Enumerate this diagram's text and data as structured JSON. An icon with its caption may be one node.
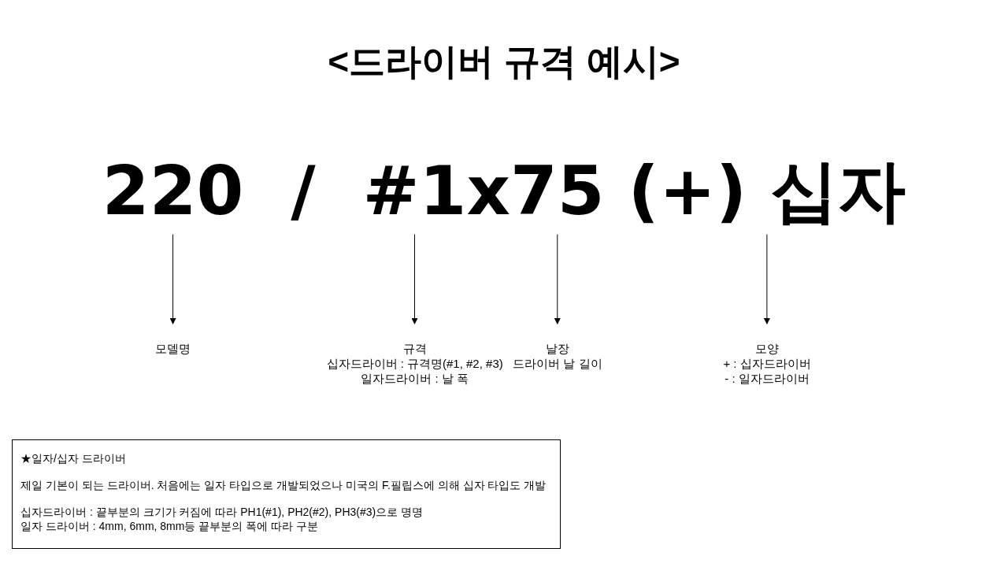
{
  "diagram": {
    "title": "<드라이버 규격 예시>",
    "nodes": [
      {
        "text": [
          "220"
        ]
      },
      {
        "text": [
          "#1"
        ]
      },
      {
        "text": [
          "75"
        ]
      },
      {
        "text": [
          "(+) 십자"
        ]
      },
      {
        "text": [
          "모델명"
        ]
      },
      {
        "text": [
          "규격",
          "십자드라이버 : 규격명(#1, #2, #3)",
          "일자드라이버 : 날 폭"
        ]
      },
      {
        "text": [
          "날장",
          "드라이버 날 길이"
        ]
      },
      {
        "text": [
          "모양",
          "+ : 십자드라이버",
          "- : 일자드라이버"
        ]
      },
      {
        "text": [
          "★일자/십자 드라이버",
          "제일 기본이 되는 드라이버. 처음에는 일자 타입으로 개발되었으나 미국의 F.필립스에 의해 십자 타입도 개발",
          "십자드라이버 : 끝부분의 크기가 커짐에 따라 PH1(#1), PH2(#2), PH3(#3)으로 명명",
          "일자 드라이버 : 4mm, 6mm, 8mm등 끝부분의 폭에 따라 구분"
        ]
      }
    ],
    "edges": [
      {
        "from": 0,
        "to": 4,
        "arrow": "to"
      },
      {
        "from": 1,
        "to": 5,
        "arrow": "to"
      },
      {
        "from": 2,
        "to": 6,
        "arrow": "to"
      },
      {
        "from": 3,
        "to": 7,
        "arrow": "to"
      }
    ],
    "labels": [
      "/",
      "x"
    ]
  }
}
